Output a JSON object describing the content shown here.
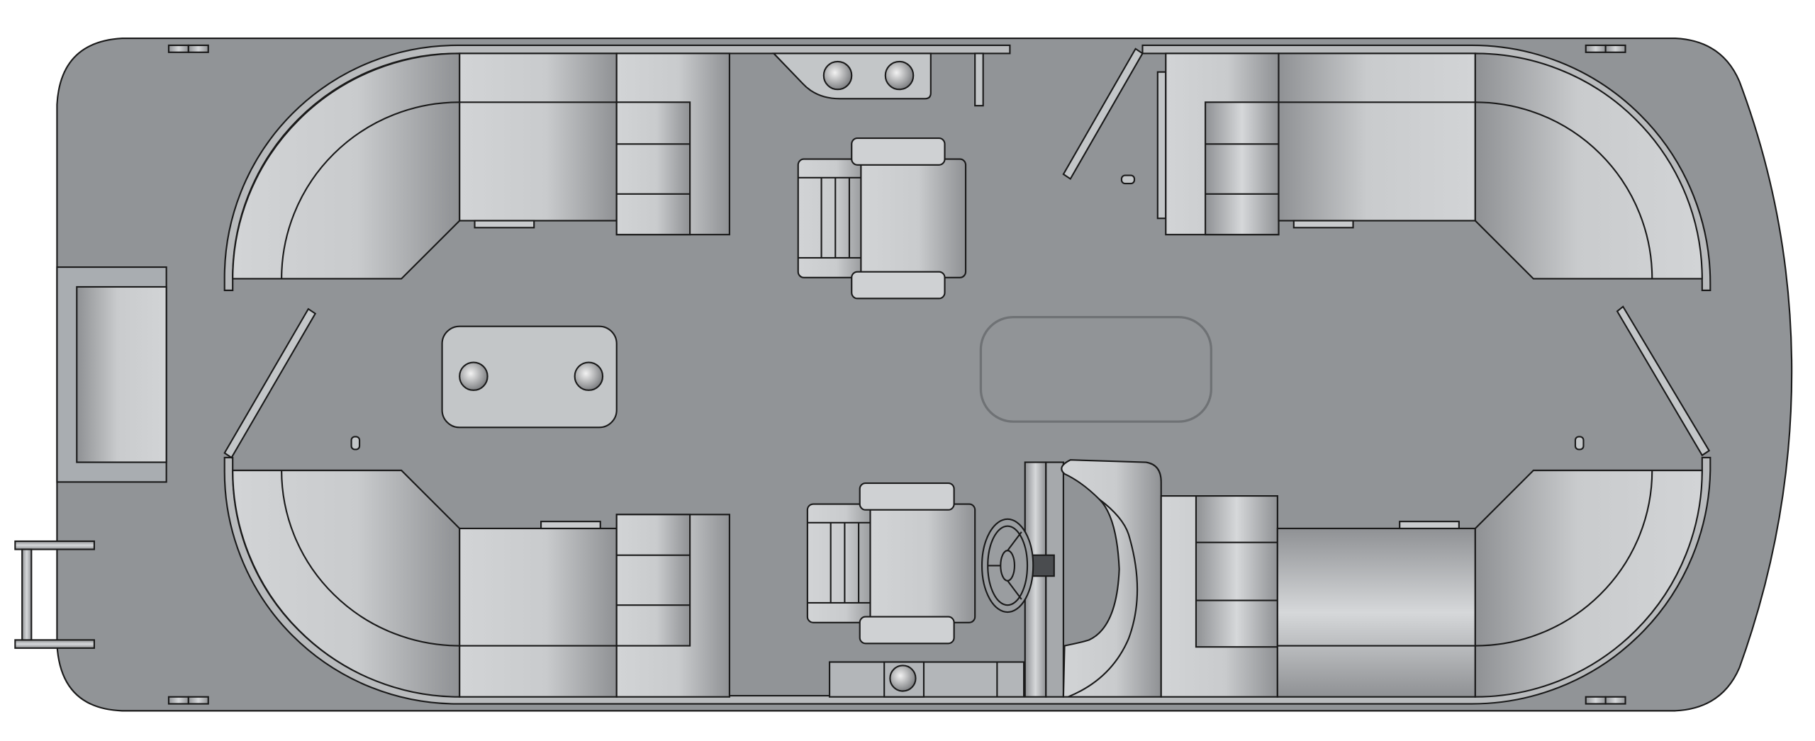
{
  "diagram": {
    "type": "boat-floor-plan",
    "colors": {
      "deck": "#919497",
      "seat_light": "#d2d4d6",
      "seat_dark": "#8f9194",
      "table": "#c3c6c8",
      "outline": "#1a1a1a",
      "helm_area_outline": "#6f7275"
    },
    "components": [
      "rear-lounge-left",
      "rear-lounge-right",
      "bow-lounge-left",
      "bow-lounge-right",
      "captain-chair-top",
      "captain-chair-bottom",
      "table",
      "helm-console",
      "helm-seat",
      "steering-wheel",
      "boarding-ladder",
      "storage-box",
      "gates",
      "cleats"
    ]
  }
}
